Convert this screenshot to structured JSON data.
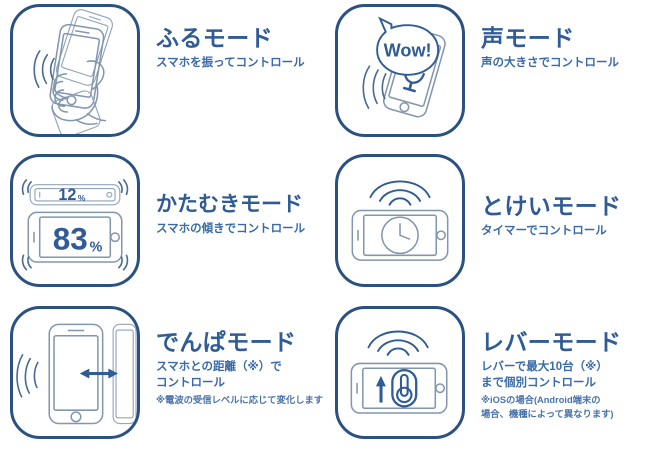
{
  "theme": {
    "border_color": "#2a5182",
    "title_color": "#2f5b96",
    "subtitle_color": "#3a6aa8",
    "note_color": "#4a74ad",
    "lineart_color": "#8296ad",
    "background": "#ffffff"
  },
  "panels": [
    {
      "id": "furu-mode",
      "icon_name": "hand-shaking-phone-icon",
      "title": "ふるモード",
      "subtitle": "スマホを振ってコントロール",
      "subtitle2": "",
      "note": "",
      "note2": ""
    },
    {
      "id": "koe-mode",
      "icon_name": "voice-bubble-phone-icon",
      "title": "声モード",
      "subtitle": "声の大きさでコントロール",
      "subtitle2": "",
      "note": "",
      "note2": "",
      "bubble_text": "Wow!"
    },
    {
      "id": "katamuki-mode",
      "icon_name": "tilting-phone-percent-icon",
      "title": "かたむきモード",
      "subtitle": "スマホの傾きでコントロール",
      "subtitle2": "",
      "note": "",
      "note2": "",
      "screen_value_small": "12",
      "screen_unit_small": "%",
      "screen_value_large": "83",
      "screen_unit_large": "%"
    },
    {
      "id": "tokei-mode",
      "icon_name": "phone-clock-icon",
      "title": "とけいモード",
      "subtitle": "タイマーでコントロール",
      "subtitle2": "",
      "note": "",
      "note2": ""
    },
    {
      "id": "denpa-mode",
      "icon_name": "phone-distance-signal-icon",
      "title": "でんぱモード",
      "subtitle": "スマホとの距離（※）で",
      "subtitle2": "コントロール",
      "note": "※電波の受信レベルに応じて変化します",
      "note2": ""
    },
    {
      "id": "lever-mode",
      "icon_name": "phone-lever-slider-icon",
      "title": "レバーモード",
      "subtitle": "レバーで最大10台（※）",
      "subtitle2": "まで個別コントロール",
      "note": "※iOSの場合(Android端末の",
      "note2": "場合、機種によって異なります)"
    }
  ]
}
